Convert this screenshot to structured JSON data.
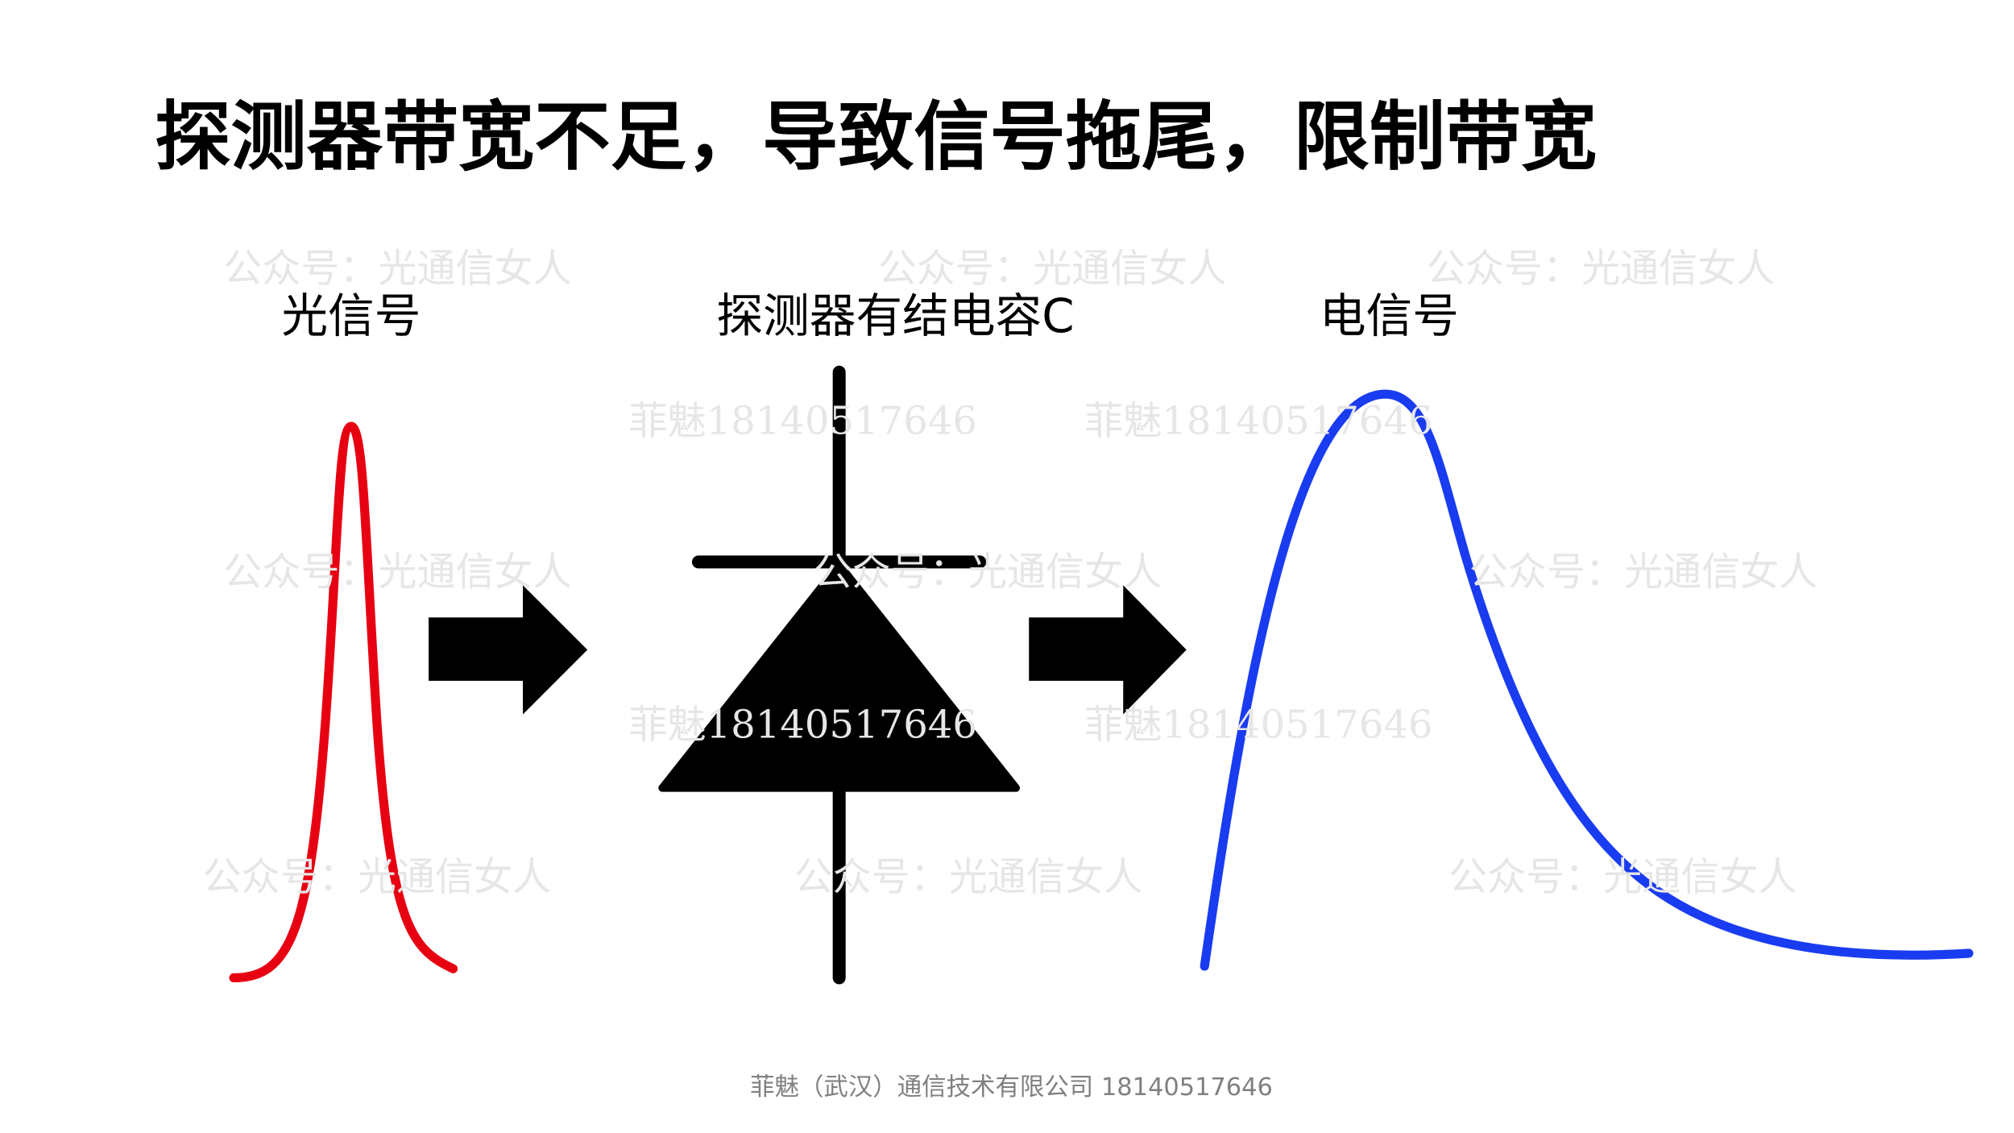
{
  "title": "探测器带宽不足，导致信号拖尾，限制带宽",
  "labels": {
    "optical": "光信号",
    "detector": "探测器有结电容C",
    "electrical": "电信号"
  },
  "watermarks": {
    "account": "公众号：光通信女人",
    "phone": "菲魅18140517646"
  },
  "footer": "菲魅（武汉）通信技术有限公司 18140517646",
  "colors": {
    "optical_curve": "#e60012",
    "electrical_curve": "#1a3cf0",
    "symbol": "#000000"
  }
}
